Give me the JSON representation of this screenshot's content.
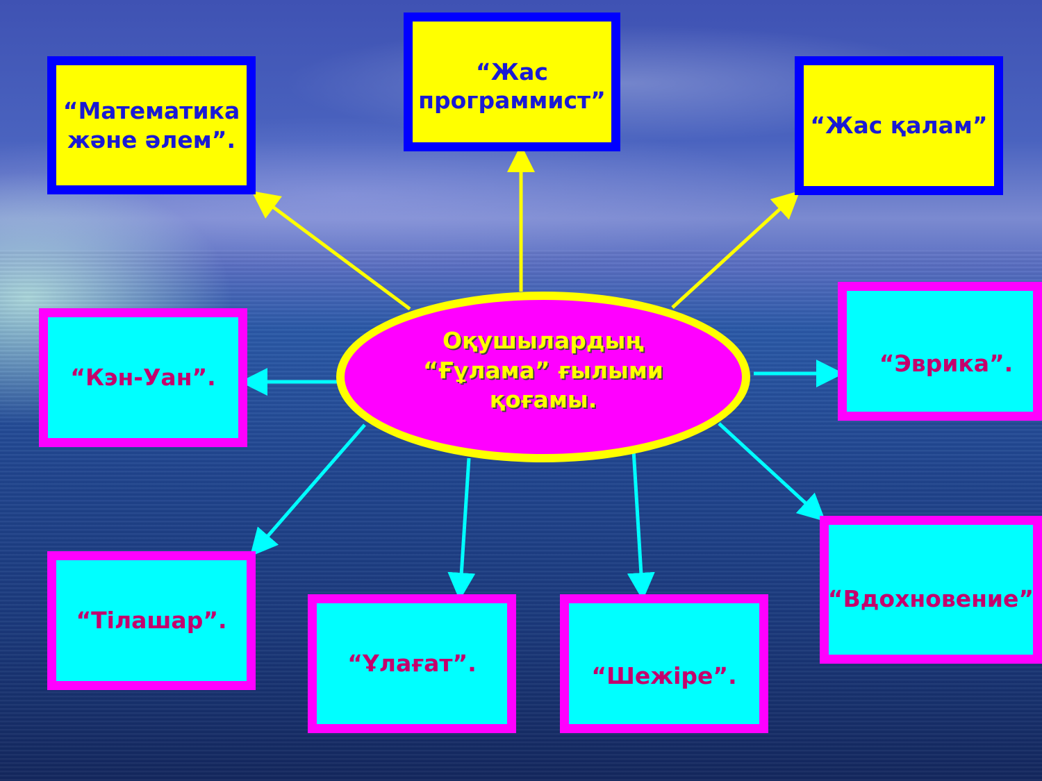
{
  "center": {
    "label": "Оқушылардың\n“Ғұлама” ғылыми\nқоғамы."
  },
  "boxes": {
    "matematika": "“Математика\nжәне әлем”.",
    "programmist": "“Жас\nпрограммист”",
    "zhas_qalam": "“Жас қалам”",
    "kan_uan": "“Кэн-Уан”.",
    "evrika": "“Эврика”.",
    "vdokhnovenie": "“Вдохновение”",
    "tilashar": "“Тілашар”.",
    "ulagat": "“Ұлағат”.",
    "shezhire": "“Шежіре”."
  },
  "colors": {
    "yellow_box_fill": "#ffff00",
    "yellow_box_border": "#0000ff",
    "cyan_box_fill": "#00ffff",
    "cyan_box_border": "#ff00ff",
    "center_fill": "#ff00ff",
    "center_border": "#ffff00",
    "arrow_top": "#ffff00",
    "arrow_bottom": "#00ffff"
  }
}
